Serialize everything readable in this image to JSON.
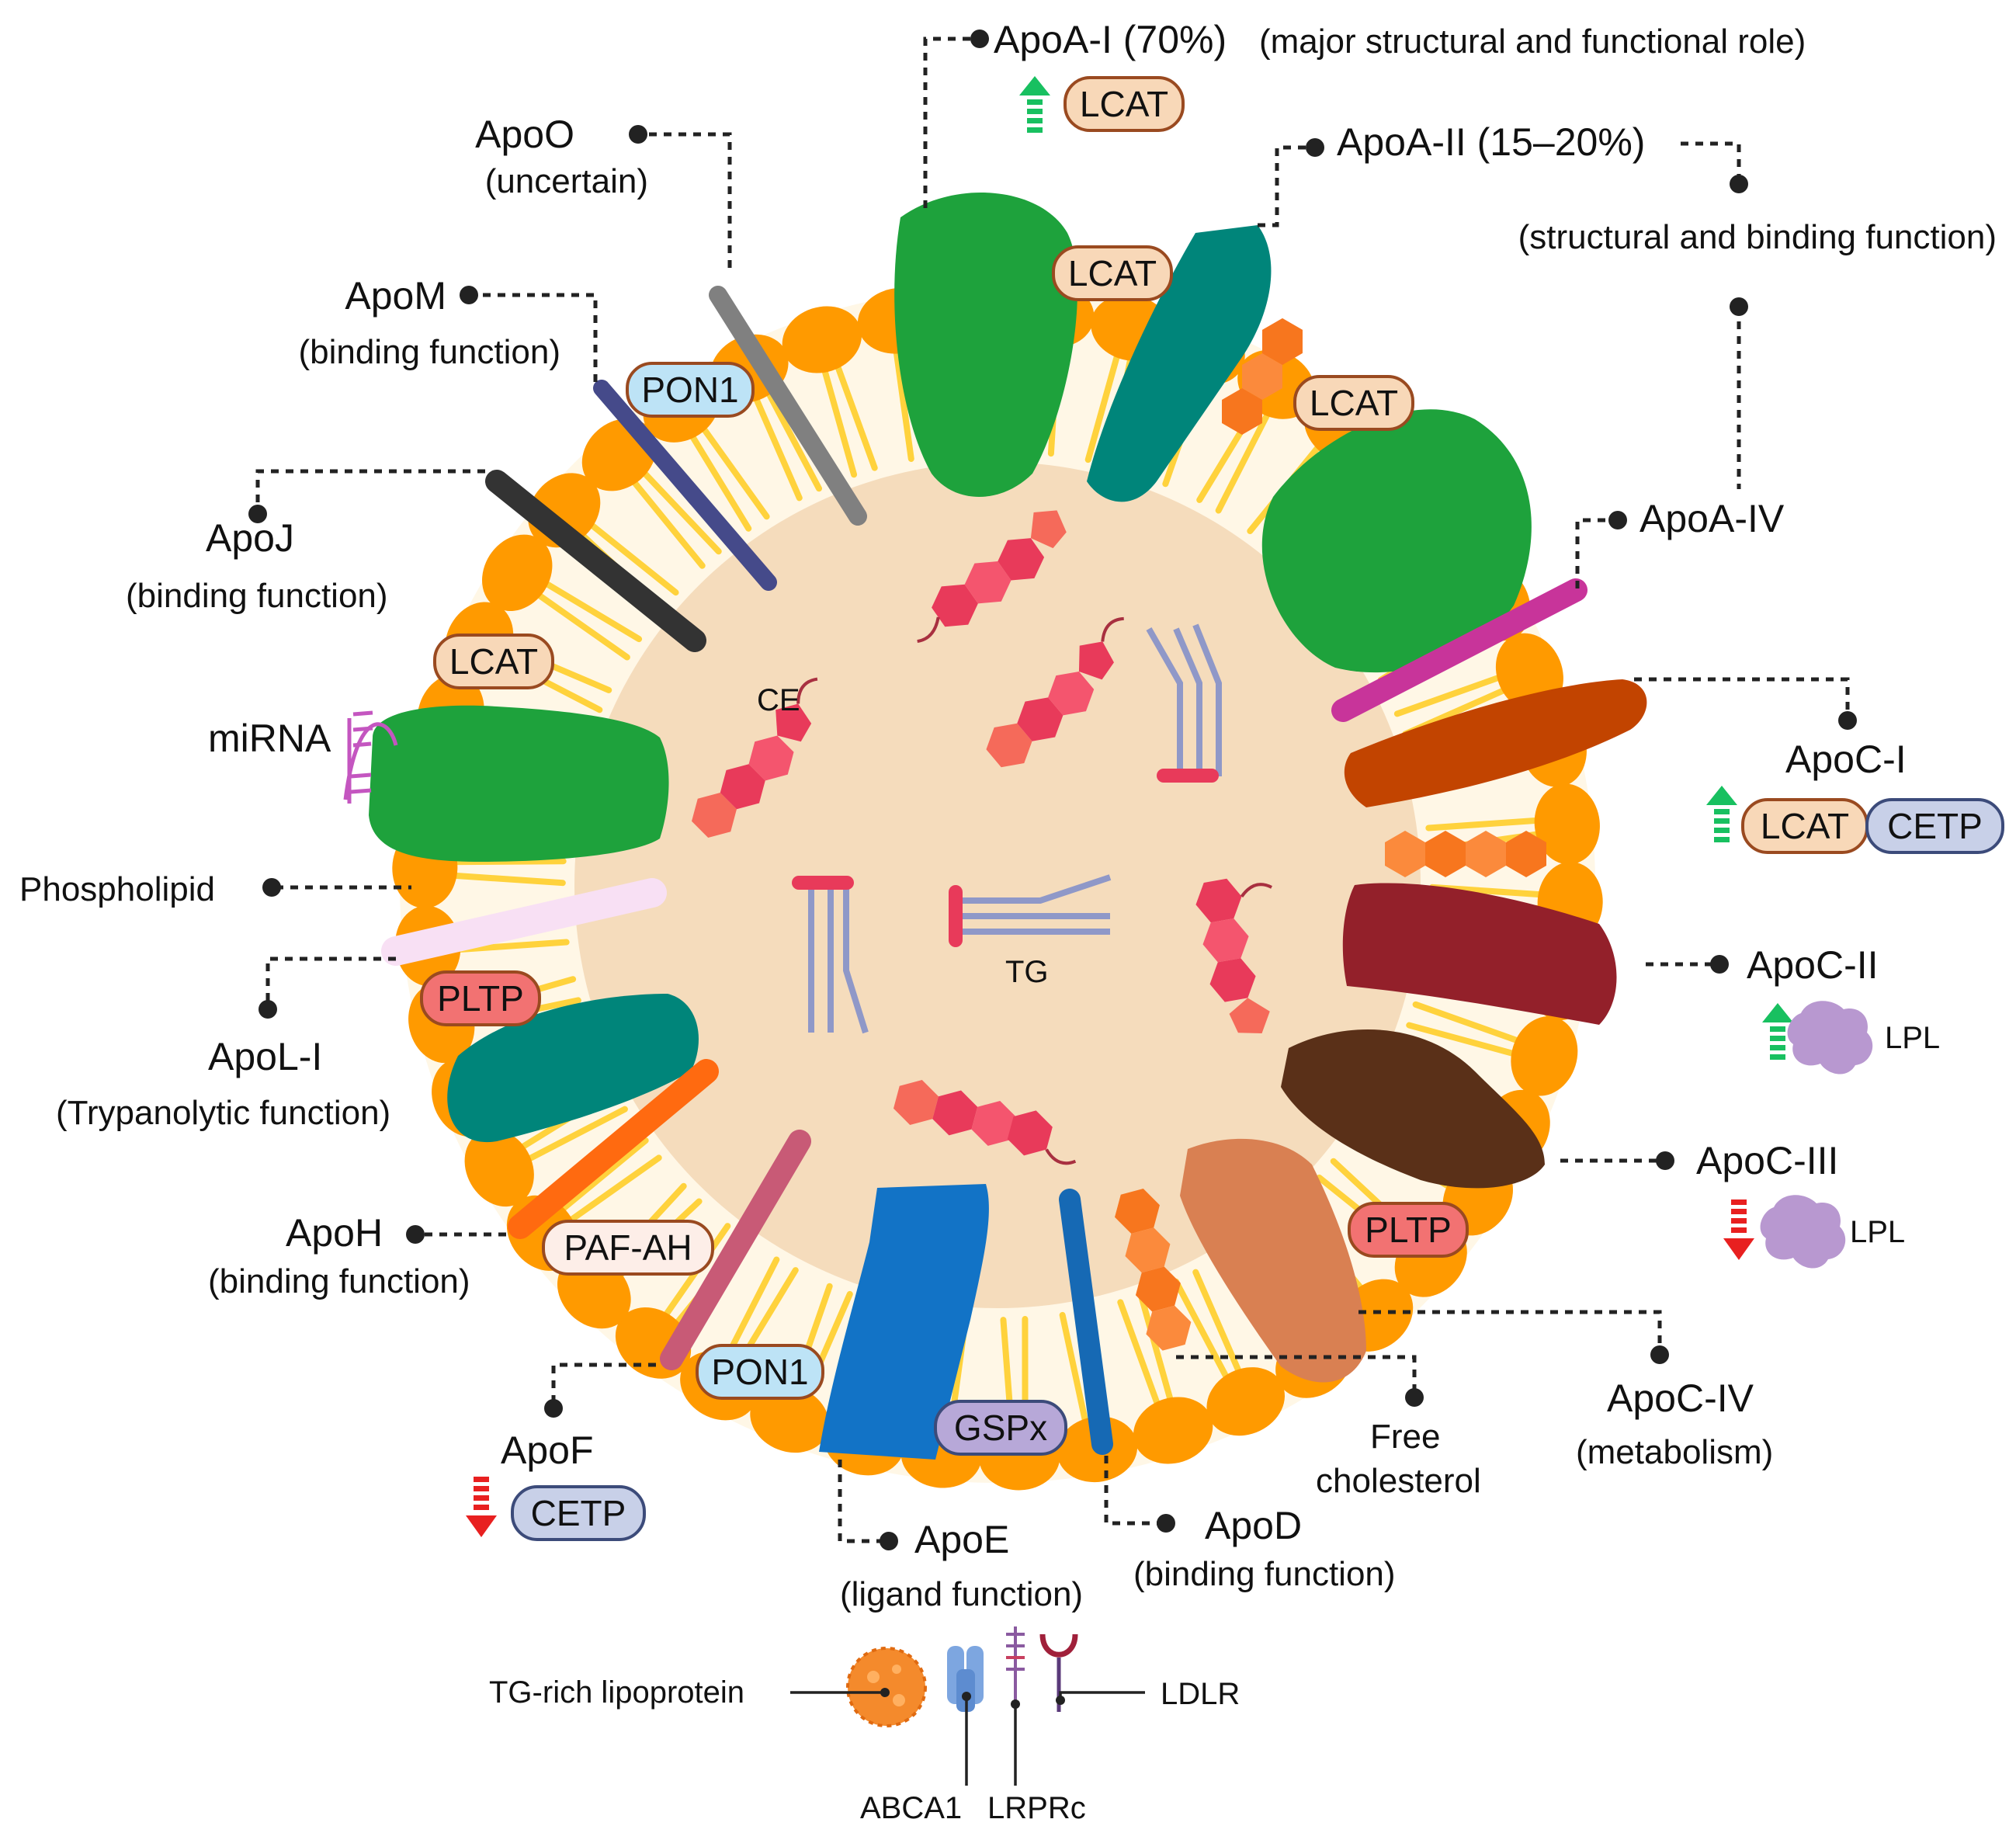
{
  "core": {
    "ce_label": "CE",
    "tg_label": "TG"
  },
  "apolipoproteins": {
    "apoa1": {
      "name": "ApoA-I (70%)",
      "role": "(major structural and functional role)"
    },
    "apoa2": {
      "name": "ApoA-II (15–20%)",
      "role": "(structural and binding function)"
    },
    "apoa4": {
      "name": "ApoA-IV"
    },
    "apoc1": {
      "name": "ApoC-I"
    },
    "apoc2": {
      "name": "ApoC-II"
    },
    "apoc3": {
      "name": "ApoC-III"
    },
    "apoc4": {
      "name": "ApoC-IV",
      "role": "(metabolism)"
    },
    "apod": {
      "name": "ApoD",
      "role": "(binding function)"
    },
    "apoe": {
      "name": "ApoE",
      "role": "(ligand function)"
    },
    "apof": {
      "name": "ApoF"
    },
    "apoh": {
      "name": "ApoH",
      "role": "(binding function)"
    },
    "apol1": {
      "name": "ApoL-I",
      "role": "(Trypanolytic function)"
    },
    "apoj": {
      "name": "ApoJ",
      "role": "(binding function)"
    },
    "apom": {
      "name": "ApoM",
      "role": "(binding function)"
    },
    "apoo": {
      "name": "ApoO",
      "role": "(uncertain)"
    }
  },
  "other_labels": {
    "phospholipid": "Phospholipid",
    "mirna": "miRNA",
    "free_cholesterol_1": "Free",
    "free_cholesterol_2": "cholesterol",
    "lpl": "LPL"
  },
  "enzymes": {
    "lcat": "LCAT",
    "cetp": "CETP",
    "pon1": "PON1",
    "pltp": "PLTP",
    "paf_ah": "PAF-AH",
    "gspx": "GSPx"
  },
  "receptors": {
    "tg_rich_lipoprotein": "TG-rich lipoprotein",
    "abca1": "ABCA1",
    "lrprc": "LRPRc",
    "ldlr": "LDLR"
  },
  "colors": {
    "core": "#f5dcbc",
    "shell": "#fff7e6",
    "phospholipid_head": "#ff9a00",
    "phospholipid_tail": "#ffd23c",
    "apoa1": "#1ea23c",
    "apoa2": "#00857a",
    "apoa4": "#c8349a",
    "apoc1": "#c24400",
    "apoc2": "#93202a",
    "apoc3": "#5a3018",
    "apoc4": "#d98052",
    "apod": "#1669b4",
    "apoe": "#1273c6",
    "apof": "#c85a76",
    "apoh": "#ff6a10",
    "apol1": "#f8e0f4",
    "apoj": "#333333",
    "apom": "#454a8a",
    "apoo": "#808080",
    "lcat_fill": "#f8d8b8",
    "cetp_fill": "#c8d0e8",
    "pon1_fill": "#bde3f6",
    "pltp_fill": "#f27272",
    "paf_ah_fill": "#fdeee8",
    "gspx_fill": "#b7a8d8",
    "up_arrow": "#18c060",
    "down_arrow": "#e82020",
    "ce_molecule": "#e83a5a",
    "tg_molecule": "#8f98c8",
    "free_cholesterol": "#f7761e",
    "mirna": "#c456c0",
    "lpl": "#b898d0"
  }
}
